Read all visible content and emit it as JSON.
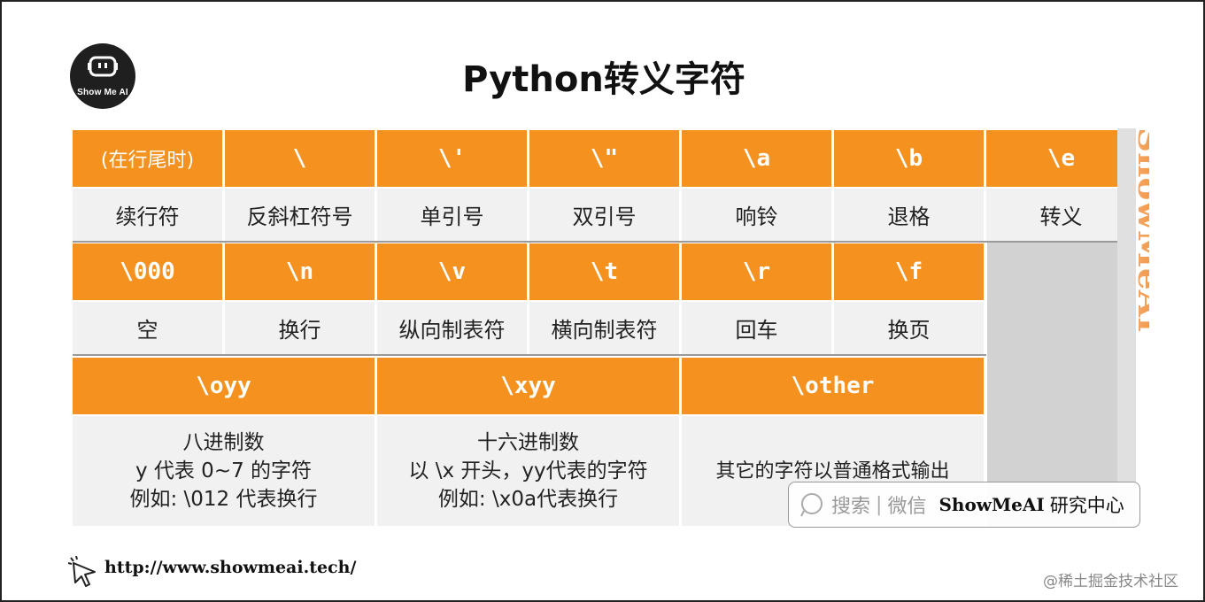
{
  "header": {
    "logo_text": "Show Me AI",
    "title": "Python转义字符"
  },
  "row1": {
    "headers": [
      "(在行尾时)",
      "\\",
      "\\'",
      "\\\"",
      "\\a",
      "\\b",
      "\\e"
    ],
    "values": [
      "续行符",
      "反斜杠符号",
      "单引号",
      "双引号",
      "响铃",
      "退格",
      "转义"
    ]
  },
  "row2": {
    "headers": [
      "\\000",
      "\\n",
      "\\v",
      "\\t",
      "\\r",
      "\\f"
    ],
    "values": [
      "空",
      "换行",
      "纵向制表符",
      "横向制表符",
      "回车",
      "换页"
    ]
  },
  "row3": {
    "headers": [
      "\\oyy",
      "\\xyy",
      "\\other"
    ],
    "oyy_lines": [
      "八进制数",
      "y 代表 0~7 的字符",
      "例如: \\012 代表换行"
    ],
    "xyy_lines": [
      "十六进制数",
      "以 \\x 开头，yy代表的字符",
      "例如: \\x0a代表换行"
    ],
    "other_value": "其它的字符以普通格式输出"
  },
  "watermark": "ShowMeAI",
  "search": {
    "text": "搜索",
    "sep": "|",
    "wechat": "微信",
    "brand": "ShowMeAI",
    "brand_cn": "研究中心"
  },
  "footer": {
    "url": "http://www.showmeai.tech/",
    "source": "@稀土掘金技术社区"
  },
  "colors": {
    "accent_orange": "#f5921f",
    "cell_grey": "#f1f1f1",
    "dark": "#1f1f1f"
  }
}
